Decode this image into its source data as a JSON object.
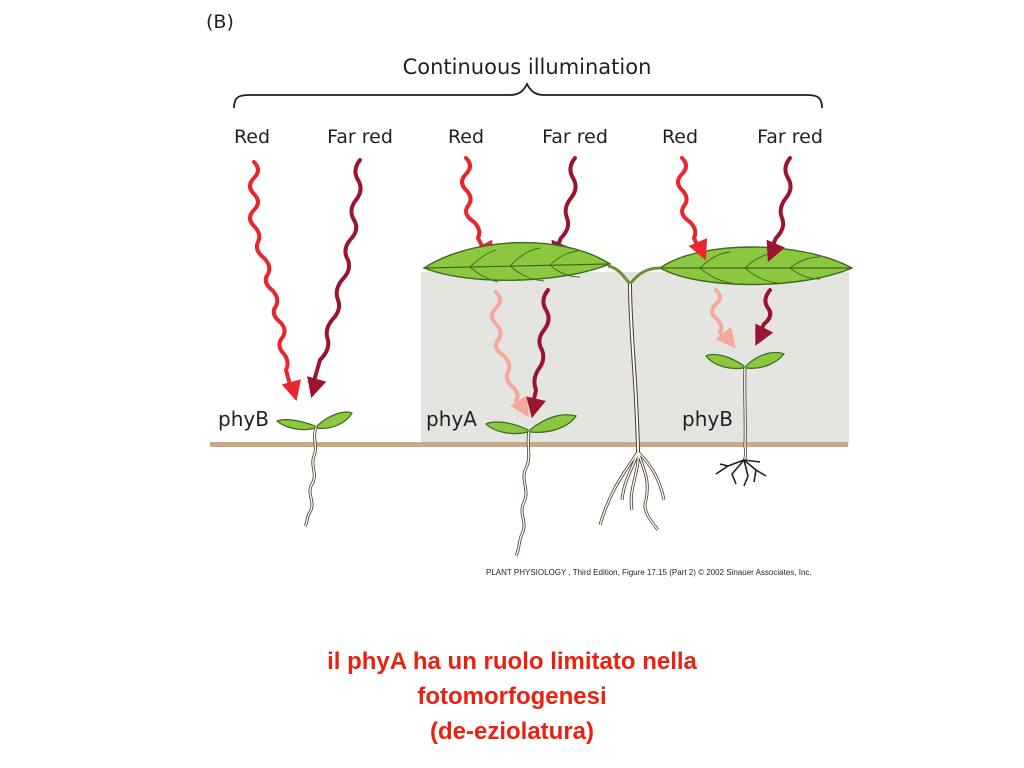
{
  "figure": {
    "panel_label": "(B)",
    "title": "Continuous illumination",
    "columns": [
      {
        "red_label": "Red",
        "far_red_label": "Far red"
      },
      {
        "red_label": "Red",
        "far_red_label": "Far red"
      },
      {
        "red_label": "Red",
        "far_red_label": "Far red"
      }
    ],
    "seedlings": [
      {
        "label": "phyB"
      },
      {
        "label": "phyA"
      },
      {
        "label": "phyB"
      }
    ],
    "credit": "PLANT PHYSIOLOGY , Third Edition, Figure 17.15 (Part 2)  © 2002 Sinauer Associates, Inc."
  },
  "caption": {
    "lines": [
      "il phyA ha un ruolo limitato nella",
      "fotomorfogenesi",
      "(de-eziolatura)"
    ]
  },
  "colors": {
    "red_light": "#e8262d",
    "far_red_light": "#9b1530",
    "filtered_light": "#f4a99a",
    "leaf_green": "#8dc63f",
    "soil_line": "#c9a988",
    "shade_box": "#e4e4e0",
    "caption_text": "#e8220f"
  }
}
